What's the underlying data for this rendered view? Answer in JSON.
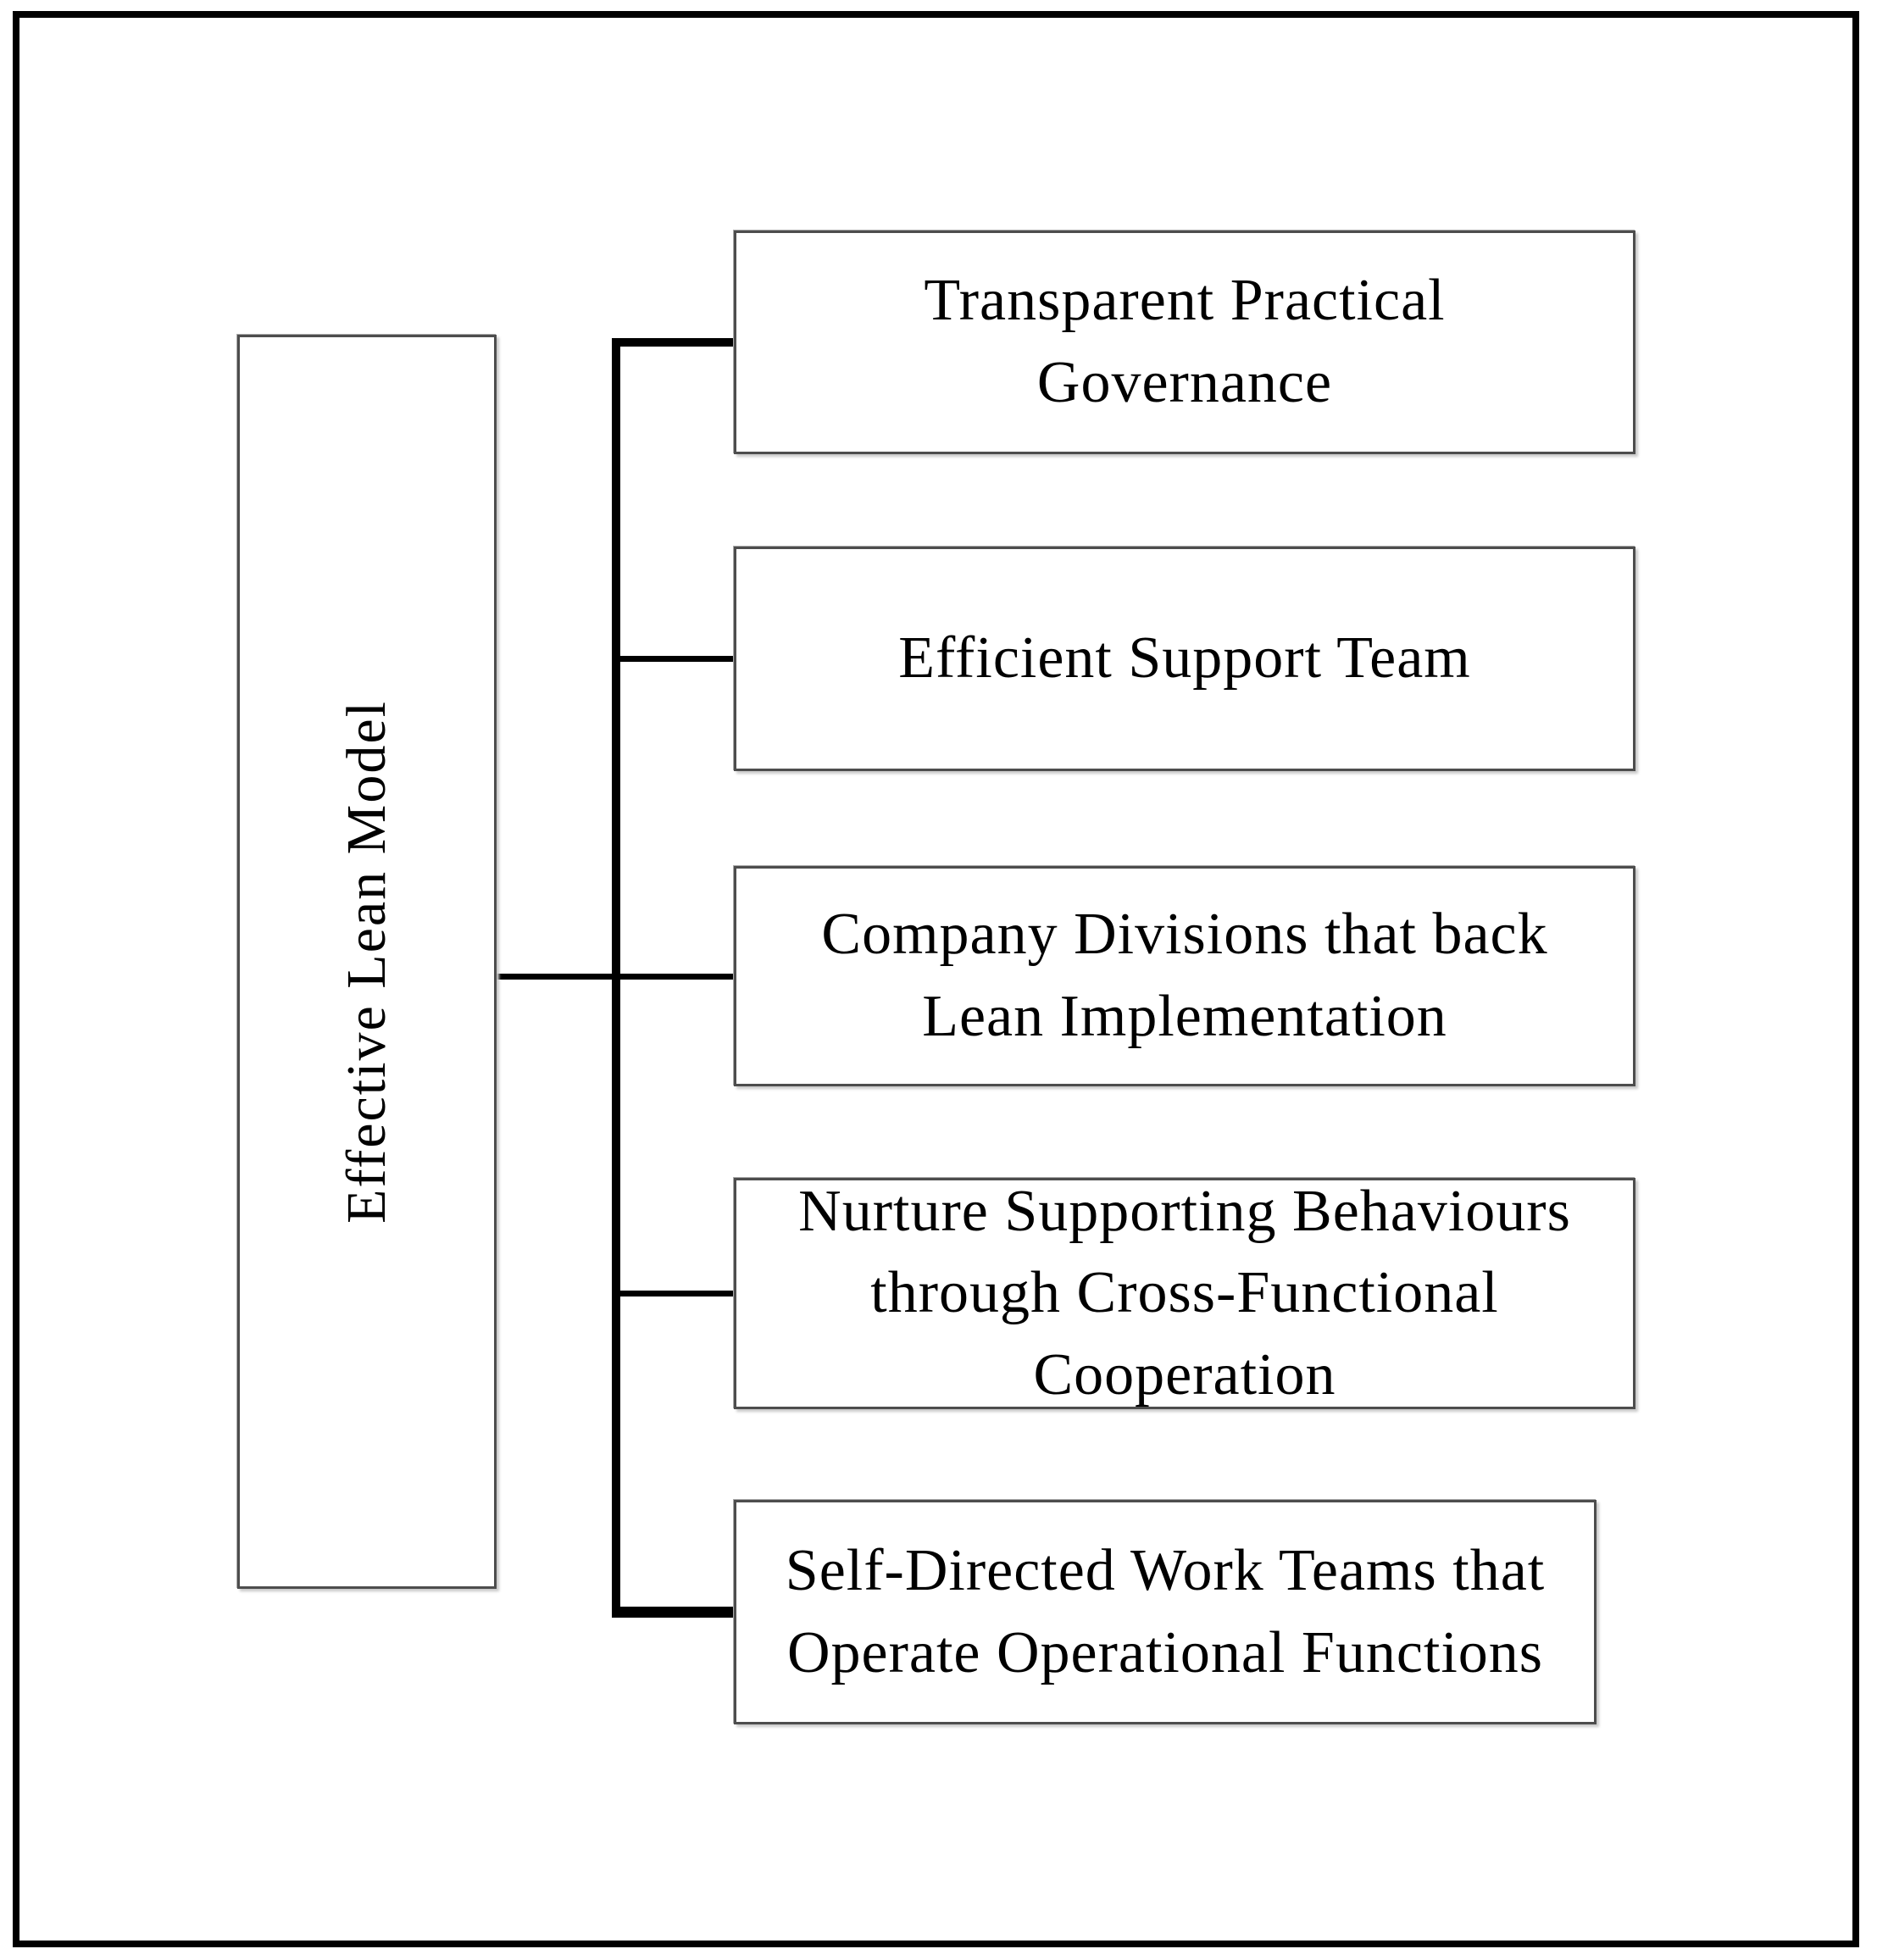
{
  "diagram": {
    "title": "Effective Lean Model diagram",
    "root": {
      "label": "Effective Lean Model"
    },
    "branches": [
      {
        "label": "Transparent Practical Governance"
      },
      {
        "label": "Efficient Support Team"
      },
      {
        "label": "Company Divisions that back Lean Implementation"
      },
      {
        "label": "Nurture Supporting Behaviours through Cross-Functional Cooperation"
      },
      {
        "label": "Self-Directed Work Teams that Operate Operational Functions"
      }
    ],
    "colors": {
      "background": "#ffffff",
      "frame": "#000000",
      "connector": "#000000",
      "box_border": "#4d4d4d",
      "text": "#000000"
    }
  }
}
